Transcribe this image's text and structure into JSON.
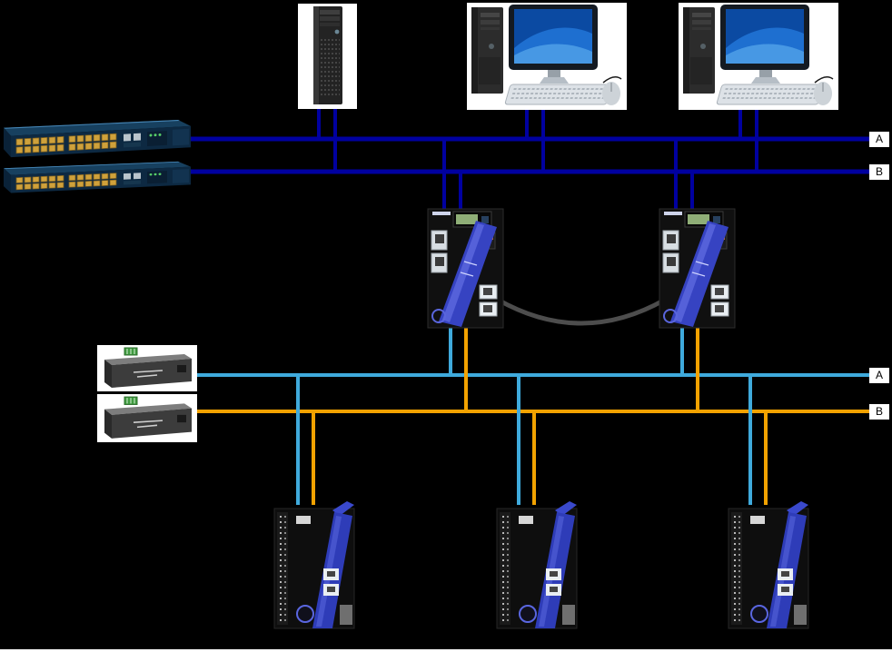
{
  "diagram": {
    "background_color": "#000000",
    "bus_labels": {
      "top_a": "A",
      "top_b": "B",
      "bottom_a": "A",
      "bottom_b": "B"
    },
    "colors": {
      "primary_bus": "#0000A0",
      "fiber_bus_a": "#3FAADC",
      "fiber_bus_b": "#F2A200",
      "crossover_cable": "#4D4D4D",
      "label_background": "#FFFFFF",
      "label_text": "#000000"
    },
    "devices": [
      {
        "id": "server-tower",
        "kind": "server"
      },
      {
        "id": "workstation-1",
        "kind": "desktop-pc"
      },
      {
        "id": "workstation-2",
        "kind": "desktop-pc"
      },
      {
        "id": "ethernet-switch-a",
        "kind": "24-port-switch"
      },
      {
        "id": "ethernet-switch-b",
        "kind": "24-port-switch"
      },
      {
        "id": "gateway-1",
        "kind": "industrial-controller"
      },
      {
        "id": "gateway-2",
        "kind": "industrial-controller"
      },
      {
        "id": "media-converter-1",
        "kind": "media-converter"
      },
      {
        "id": "media-converter-2",
        "kind": "media-converter"
      },
      {
        "id": "remote-io-1",
        "kind": "remote-io-module"
      },
      {
        "id": "remote-io-2",
        "kind": "remote-io-module"
      },
      {
        "id": "remote-io-3",
        "kind": "remote-io-module"
      }
    ]
  }
}
